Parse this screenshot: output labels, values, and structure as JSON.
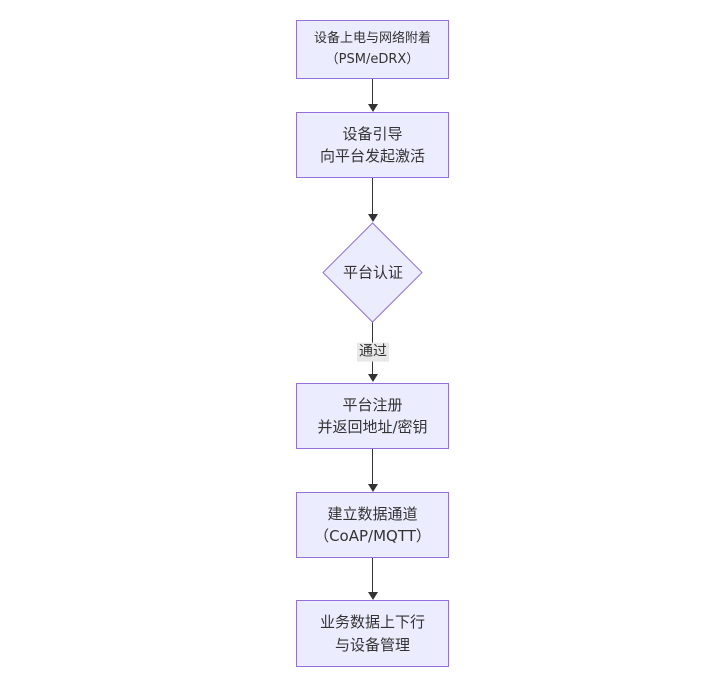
{
  "diagram": {
    "type": "flowchart",
    "direction": "top-to-bottom",
    "colors": {
      "background": "#ffffff",
      "node_fill": "#ECECFF",
      "node_border": "#9370DB",
      "node_text": "#333333",
      "edge": "#333333",
      "edge_label_bg": "#e8e8e8"
    },
    "nodes": [
      {
        "id": "power-network-attach",
        "shape": "rect",
        "line1": "设备上电与网络附着",
        "line2": "（PSM/eDRX）"
      },
      {
        "id": "device-bootstrap",
        "shape": "rect",
        "line1": "设备引导",
        "line2": "向平台发起激活"
      },
      {
        "id": "platform-auth",
        "shape": "diamond",
        "line1": "平台认证",
        "line2": ""
      },
      {
        "id": "platform-register",
        "shape": "rect",
        "line1": "平台注册",
        "line2": "并返回地址/密钥"
      },
      {
        "id": "data-channel",
        "shape": "rect",
        "line1": "建立数据通道",
        "line2": "（CoAP/MQTT）"
      },
      {
        "id": "business-data",
        "shape": "rect",
        "line1": "业务数据上下行",
        "line2": "与设备管理"
      }
    ],
    "edges": [
      {
        "from": "power-network-attach",
        "to": "device-bootstrap",
        "label": ""
      },
      {
        "from": "device-bootstrap",
        "to": "platform-auth",
        "label": ""
      },
      {
        "from": "platform-auth",
        "to": "platform-register",
        "label": "通过"
      },
      {
        "from": "platform-register",
        "to": "data-channel",
        "label": ""
      },
      {
        "from": "data-channel",
        "to": "business-data",
        "label": ""
      }
    ]
  }
}
